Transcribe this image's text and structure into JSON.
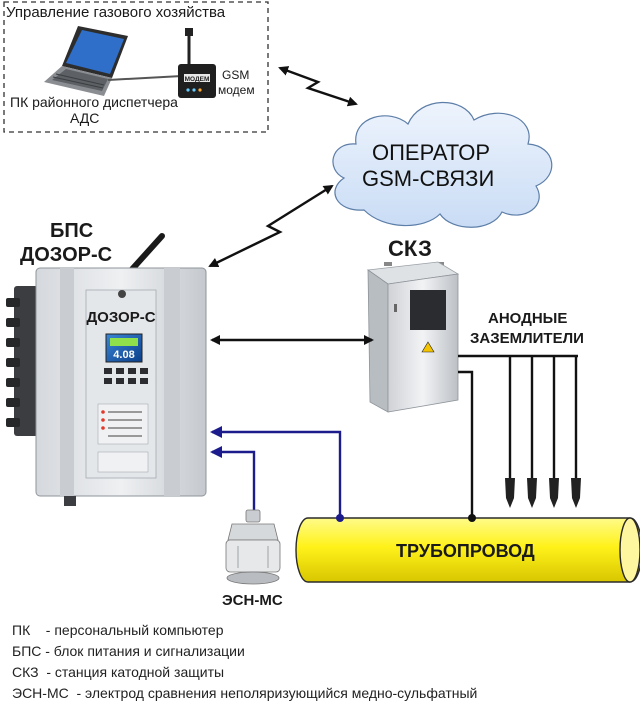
{
  "dispatch_box": {
    "title": "Управление газового хозяйства",
    "pc_label_line1": "ПК районного диспетчера",
    "pc_label_line2": "АДС",
    "modem_label_line1": "GSM",
    "modem_label_line2": "модем",
    "modem_text": "МОДЕМ"
  },
  "cloud": {
    "line1": "ОПЕРАТОР",
    "line2": "GSM-СВЯЗИ"
  },
  "bps": {
    "label_line1": "БПС",
    "label_line2": "ДОЗОР-С",
    "device_name": "ДОЗОР-С",
    "display_value": "4.08"
  },
  "skz": {
    "label": "СКЗ"
  },
  "anodes": {
    "label_line1": "АНОДНЫЕ",
    "label_line2": "ЗАЗЕМЛИТЕЛИ"
  },
  "pipe": {
    "label": "ТРУБОПРОВОД"
  },
  "electrode": {
    "label": "ЭСН-МС"
  },
  "legend": [
    "ПК    - персональный компьютер",
    "БПС - блок питания и сигнализации",
    "СКЗ  - станция катодной защиты",
    "ЭСН-МС  - электрод сравнения неполяризующийся медно-сульфатный"
  ],
  "colors": {
    "pipe_fill": "#fff21a",
    "cloud_fill": "#dce9fb",
    "wire_blue": "#1c1c8c",
    "arrow_black": "#111111"
  }
}
